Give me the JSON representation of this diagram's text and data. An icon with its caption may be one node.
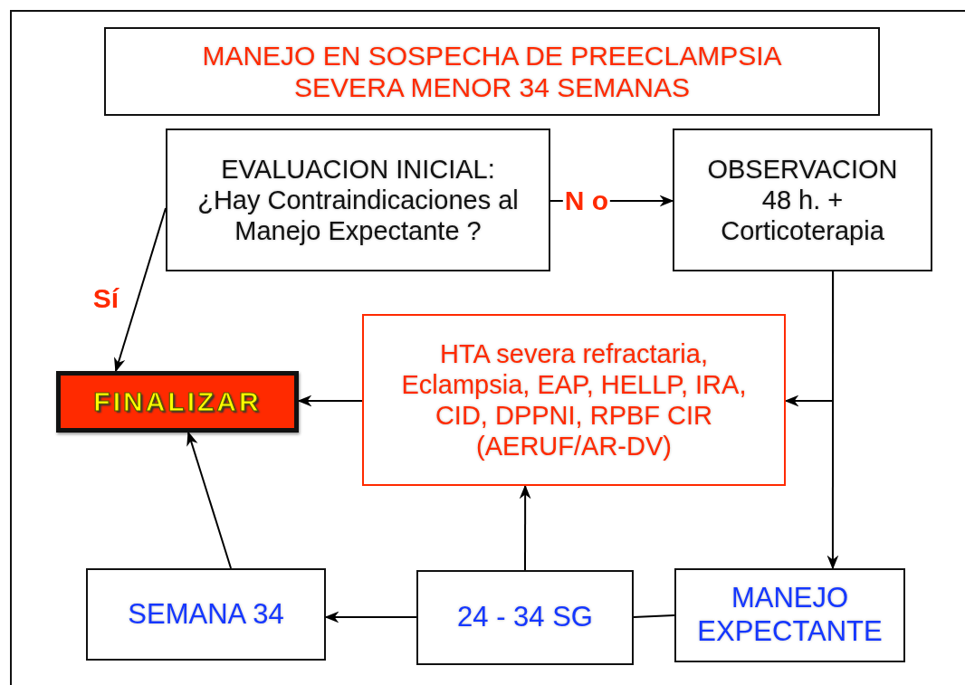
{
  "diagram": {
    "nodes": [
      {
        "text": [
          "MANEJO EN SOSPECHA DE PREECLAMPSIA SEVERA MENOR 34 SEMANAS"
        ]
      },
      {
        "text": [
          "EVALUACION INICIAL:",
          "¿Hay Contraindicaciones al Manejo Expectante ?"
        ]
      },
      {
        "text": [
          "OBSERVACION 48 h. + Corticoterapia"
        ]
      },
      {
        "text": [
          "FINALIZAR"
        ]
      },
      {
        "text": [
          "HTA severa refractaria, Eclampsia, EAP, HELLP, IRA, CID, DPPNI, RPBF CIR (AERUF/AR-DV)"
        ]
      },
      {
        "text": [
          "SEMANA 34"
        ]
      },
      {
        "text": [
          "24 - 34 SG"
        ]
      },
      {
        "text": [
          "MANEJO EXPECTANTE"
        ]
      }
    ],
    "edges": [
      {
        "from": 1,
        "to": 2,
        "arrow": "to",
        "label": "N o"
      },
      {
        "from": 1,
        "to": 3,
        "arrow": "to",
        "label": "Sí"
      },
      {
        "from": 2,
        "to": 7,
        "arrow": "to"
      },
      {
        "from": 2,
        "to": 4,
        "arrow": "to"
      },
      {
        "from": 4,
        "to": 3,
        "arrow": "to"
      },
      {
        "from": 7,
        "to": 6,
        "arrow": "none"
      },
      {
        "from": 6,
        "to": 4,
        "arrow": "to"
      },
      {
        "from": 6,
        "to": 5,
        "arrow": "to"
      },
      {
        "from": 5,
        "to": 3,
        "arrow": "to"
      }
    ]
  }
}
